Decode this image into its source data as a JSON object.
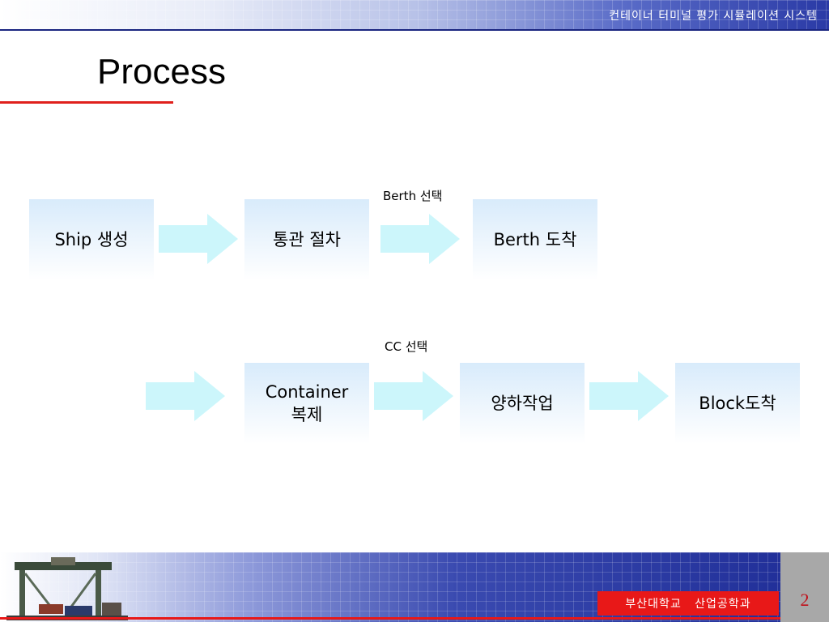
{
  "header": {
    "banner_title": "컨테이너 터미널 평가 시뮬레이션 시스템"
  },
  "slide": {
    "title": "Process",
    "row1": {
      "boxes": [
        "Ship 생성",
        "통관 절차",
        "Berth 도착"
      ],
      "arrow_label": "Berth 선택"
    },
    "row2": {
      "boxes": [
        "Container\n복제",
        "양하작업",
        "Block도착"
      ],
      "arrow_label": "CC 선택"
    }
  },
  "footer": {
    "institution": "부산대학교   산업공학과",
    "page_number": "2"
  },
  "colors": {
    "accent_red": "#e0201c",
    "banner_blue": "#2a3aa6",
    "box_top": "#d8ebfb",
    "arrow_fill": "#ccf6fb"
  }
}
